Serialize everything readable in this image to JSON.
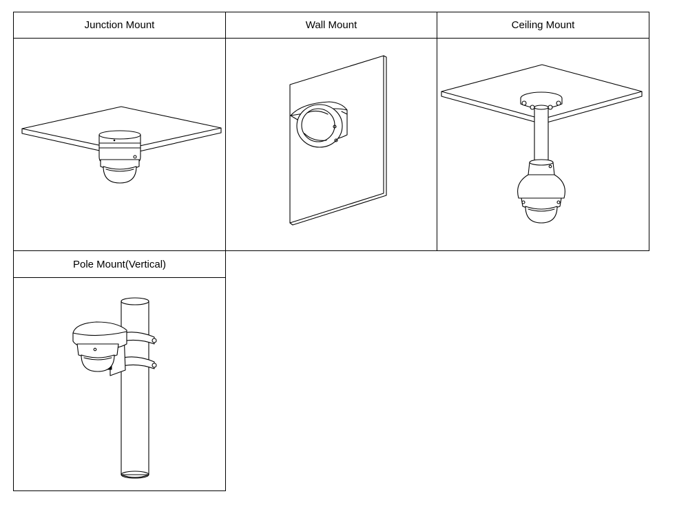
{
  "table": {
    "headers": {
      "junction": "Junction Mount",
      "wall": "Wall Mount",
      "ceiling": "Ceiling Mount",
      "pole": "Pole Mount(Vertical)"
    }
  },
  "icons": {
    "junction": "junction-mount-illustration",
    "wall": "wall-mount-illustration",
    "ceiling": "ceiling-mount-illustration",
    "pole": "pole-mount-vertical-illustration"
  }
}
